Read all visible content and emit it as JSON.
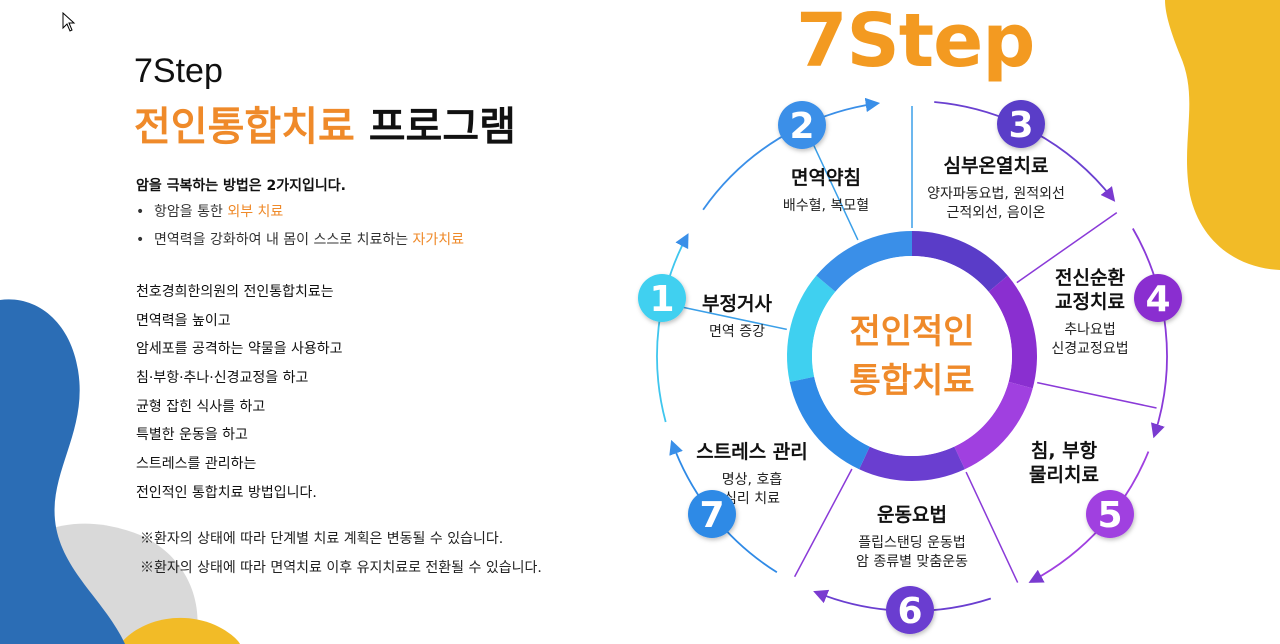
{
  "header": {
    "title_line1": "7Step",
    "title_line2_orange": "전인통합치료",
    "title_line2_black": "프로그램"
  },
  "intro": {
    "lead": "암을 극복하는 방법은 2가지입니다.",
    "bullets": [
      {
        "prefix": "항암을 통한 ",
        "highlight": "외부 치료"
      },
      {
        "prefix": "면역력을 강화하여 내 몸이 스스로 치료하는 ",
        "highlight": "자가치료"
      }
    ]
  },
  "description": [
    "천호경희한의원의 전인통합치료는",
    "면역력을 높이고",
    "암세포를 공격하는 약물을 사용하고",
    "침·부항·추나·신경교정을 하고",
    "균형 잡힌 식사를 하고",
    "특별한 운동을 하고",
    "스트레스를 관리하는",
    "전인적인 통합치료 방법입니다."
  ],
  "notes": [
    "※환자의 상태에 따라 단계별 치료 계획은 변동될 수 있습니다.",
    "※환자의 상태에 따라 면역치료 이후 유지치료로 전환될 수 있습니다."
  ],
  "diagram": {
    "big_title": "7Step",
    "center_line1": "전인적인",
    "center_line2": "통합치료",
    "steps": [
      {
        "num": "1",
        "title": "부정거사",
        "lines": [
          "면역 증강"
        ],
        "color": "#3fd0f0"
      },
      {
        "num": "2",
        "title": "면역약침",
        "lines": [
          "배수혈, 복모혈"
        ],
        "color": "#3a8fe8"
      },
      {
        "num": "3",
        "title": "심부온열치료",
        "lines": [
          "양자파동요법, 원적외선",
          "근적외선, 음이온"
        ],
        "color": "#5a3cc8"
      },
      {
        "num": "4",
        "title_lines": [
          "전신순환",
          "교정치료"
        ],
        "lines": [
          "추나요법",
          "신경교정요법"
        ],
        "color": "#8a2fd0"
      },
      {
        "num": "5",
        "title_lines": [
          "침, 부항",
          "물리치료"
        ],
        "lines": [],
        "color": "#a040e0"
      },
      {
        "num": "6",
        "title": "운동요법",
        "lines": [
          "플립스탠딩 운동법",
          "암 종류별 맞춤운동"
        ],
        "color": "#6a3ed0"
      },
      {
        "num": "7",
        "title": "스트레스 관리",
        "lines": [
          "명상, 호흡",
          "심리 치료"
        ],
        "color": "#2f8ae6"
      }
    ]
  }
}
